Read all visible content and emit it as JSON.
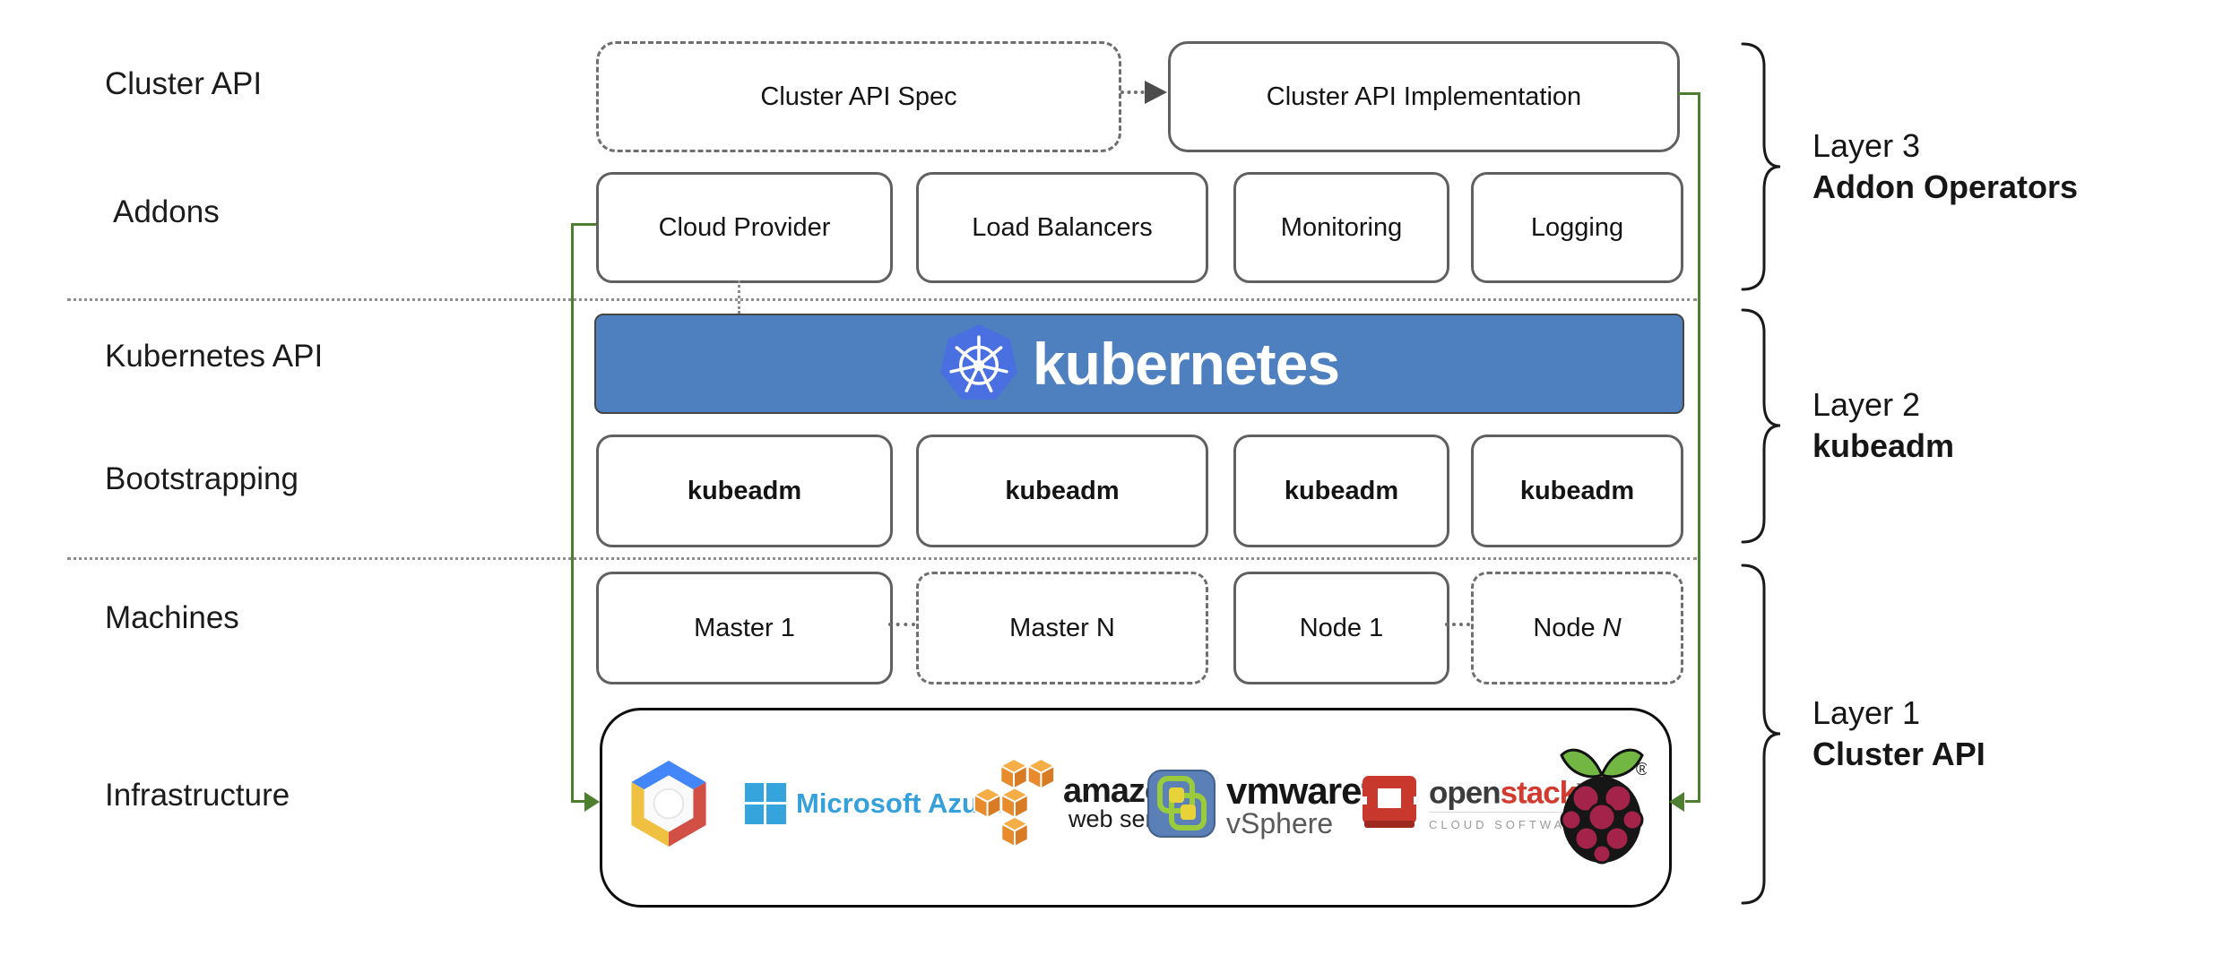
{
  "left_labels": {
    "cluster_api": "Cluster API",
    "addons": "Addons",
    "kubernetes_api": "Kubernetes API",
    "bootstrapping": "Bootstrapping",
    "machines": "Machines",
    "infrastructure": "Infrastructure"
  },
  "cluster_api_row": {
    "spec_label": "Cluster API Spec",
    "implementation_label": "Cluster API Implementation"
  },
  "addons_row": {
    "items": [
      {
        "label": "Cloud Provider"
      },
      {
        "label": "Load Balancers"
      },
      {
        "label": "Monitoring"
      },
      {
        "label": "Logging"
      }
    ]
  },
  "kubernetes_banner": {
    "wordmark": "kubernetes",
    "logo_icon": "kubernetes-helm-icon"
  },
  "bootstrapping_row": {
    "items": [
      {
        "label": "kubeadm"
      },
      {
        "label": "kubeadm"
      },
      {
        "label": "kubeadm"
      },
      {
        "label": "kubeadm"
      }
    ]
  },
  "machines_row": {
    "items": [
      {
        "prefix": "Master 1",
        "italic_suffix": "",
        "style": "solid"
      },
      {
        "prefix": "Master N",
        "italic_suffix": "",
        "style": "dashed"
      },
      {
        "prefix": "Node 1",
        "italic_suffix": "",
        "style": "solid"
      },
      {
        "prefix": "Node ",
        "italic_suffix": "N",
        "style": "dashed"
      }
    ]
  },
  "infrastructure_row": {
    "gcp": {
      "name": "Google Cloud Platform"
    },
    "azure": {
      "name": "Microsoft Azure",
      "text": "Microsoft Azure"
    },
    "aws": {
      "name": "Amazon Web Services",
      "line1": "amazon",
      "line2": "web services"
    },
    "vmware": {
      "name": "VMware vSphere",
      "line1": "vmware",
      "reg_mark": "®",
      "line2": "vSphere"
    },
    "openstack": {
      "name": "OpenStack",
      "word_open": "open",
      "word_stack": "stack",
      "tm_mark": "™",
      "subtitle": "CLOUD SOFTWARE"
    },
    "raspberry_pi": {
      "name": "Raspberry Pi",
      "reg_mark": "®"
    }
  },
  "layer_labels": [
    {
      "line1": "Layer 3",
      "line2": "Addon Operators"
    },
    {
      "line1": "Layer 2",
      "line2": "kubeadm"
    },
    {
      "line1": "Layer 1",
      "line2": "Cluster API"
    }
  ],
  "colors": {
    "banner_blue": "#4e7fbf",
    "k8s_logo_blue": "#4a6fe0",
    "connector_green": "#4e7e2f",
    "box_border_gray": "#606060",
    "azure_blue": "#36a0da",
    "aws_orange": "#eb8f2e",
    "openstack_red": "#d23b2e",
    "vmware_green": "#9acb3c",
    "raspberry_magenta": "#a3234b",
    "leaf_green": "#72b743"
  }
}
